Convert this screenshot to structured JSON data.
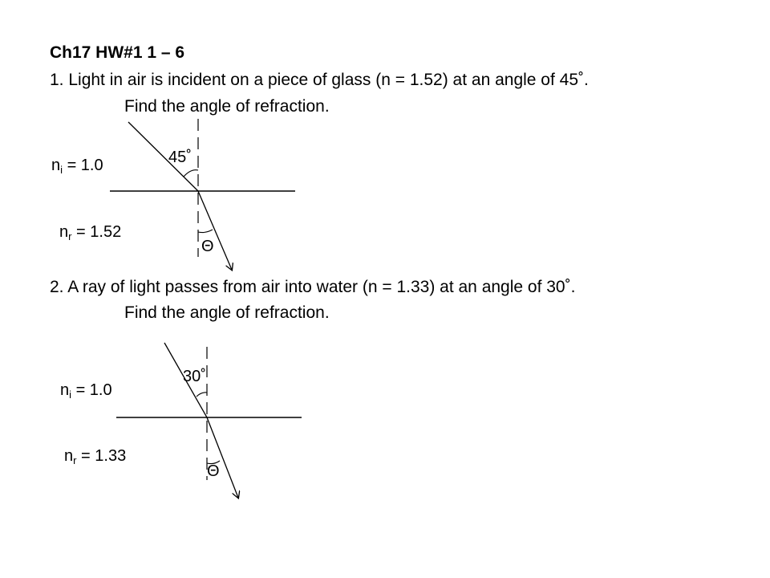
{
  "title": "Ch17 HW#1 1 – 6",
  "problems": [
    {
      "line1": "1. Light in air is incident on a piece of glass (n = 1.52) at an angle of 45˚.",
      "line2": "Find the angle of refraction.",
      "diagram": {
        "ni_symbol": "n",
        "ni_sub": "i",
        "ni_value": " = 1.0",
        "nr_symbol": "n",
        "nr_sub": "r",
        "nr_value": " = 1.52",
        "angle_label": "45˚",
        "theta": "Θ"
      }
    },
    {
      "line1": "2. A ray of light passes from air into water (n = 1.33) at an angle of 30˚.",
      "line2": "Find the angle of refraction.",
      "diagram": {
        "ni_symbol": "n",
        "ni_sub": "i",
        "ni_value": " = 1.0",
        "nr_symbol": "n",
        "nr_sub": "r",
        "nr_value": " = 1.33",
        "angle_label": "30˚",
        "theta": "Θ"
      }
    }
  ]
}
